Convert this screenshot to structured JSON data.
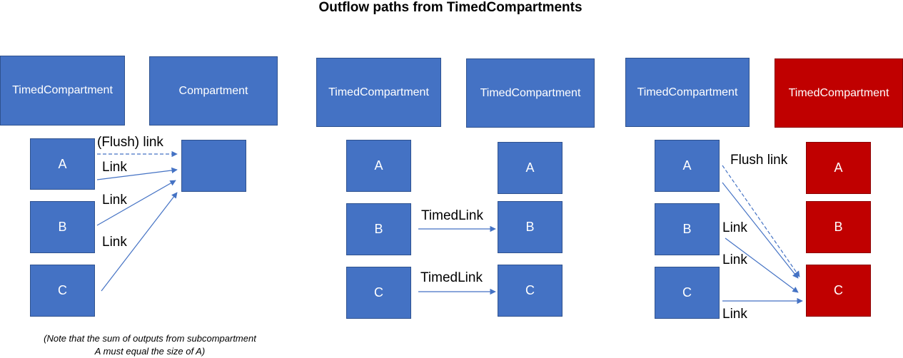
{
  "title": "Outflow paths from TimedCompartments",
  "colors": {
    "blue": "#4472c4",
    "red": "#c00000",
    "arrow": "#4472c4"
  },
  "diagram1": {
    "parent_left": "TimedCompartment",
    "parent_right": "Compartment",
    "subs": [
      "A",
      "B",
      "C"
    ],
    "links": [
      "(Flush) link",
      "Link",
      "Link",
      "Link"
    ]
  },
  "diagram2": {
    "parent_left": "TimedCompartment",
    "parent_right": "TimedCompartment",
    "subs_left": [
      "A",
      "B",
      "C"
    ],
    "subs_right": [
      "A",
      "B",
      "C"
    ],
    "links": [
      "TimedLink",
      "TimedLink"
    ]
  },
  "diagram3": {
    "parent_left": "TimedCompartment",
    "parent_right": "TimedCompartment",
    "subs_left": [
      "A",
      "B",
      "C"
    ],
    "subs_right": [
      "A",
      "B",
      "C"
    ],
    "links": [
      "Flush link",
      "Link",
      "Link",
      "Link"
    ]
  },
  "note": {
    "line1": "(Note that the sum of outputs from subcompartment",
    "line2": "A must equal the size of A)"
  }
}
